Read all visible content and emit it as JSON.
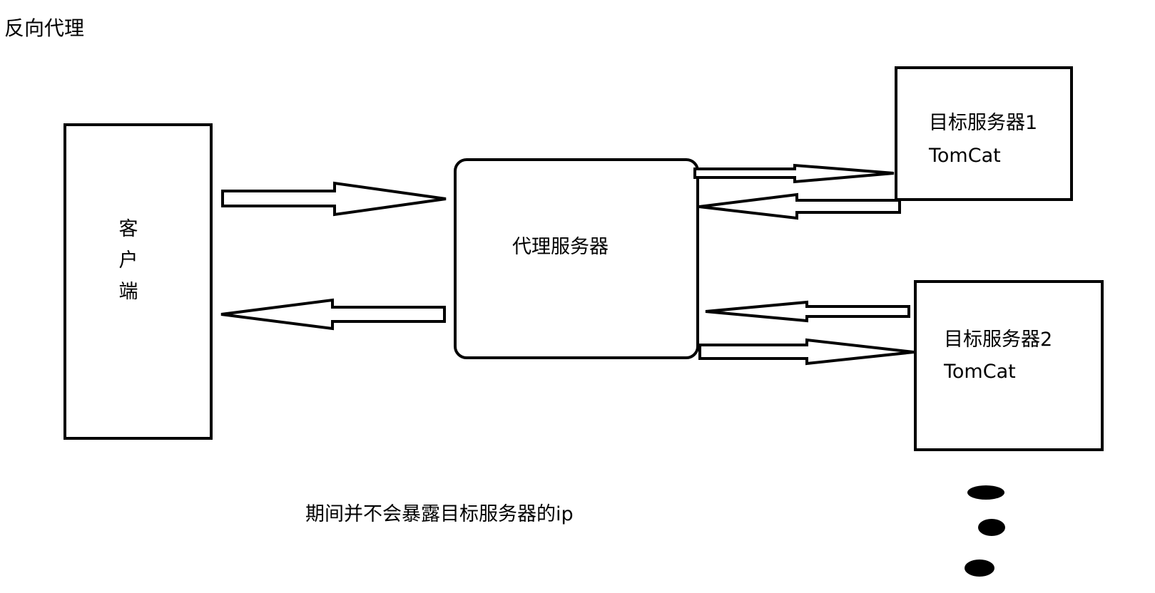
{
  "page_title": "反向代理",
  "client": {
    "label_chars": [
      "客",
      "户",
      "端"
    ]
  },
  "proxy": {
    "label": "代理服务器"
  },
  "targets": [
    {
      "name": "目标服务器1",
      "type": "TomCat"
    },
    {
      "name": "目标服务器2",
      "type": "TomCat"
    }
  ],
  "note": "期间并不会暴露目标服务器的ip",
  "colors": {
    "stroke": "#000000",
    "fill": "#ffffff",
    "dots": "#000000"
  }
}
